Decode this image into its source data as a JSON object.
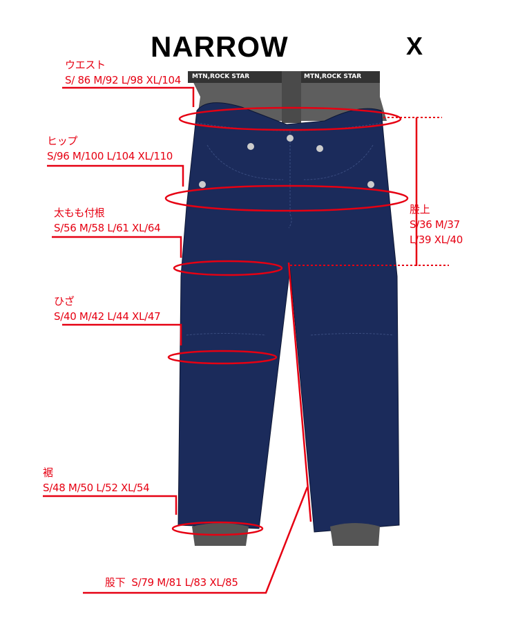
{
  "logo": {
    "brand": "NARROW",
    "sub_brand": "X",
    "waistband_text": "MTN,ROCK STAR"
  },
  "measurements": [
    {
      "name": "ウエスト",
      "sizes": "S/ 86 M/92 L/98 XL/104"
    },
    {
      "name": "ヒップ",
      "sizes": "S/96 M/100 L/104 XL/110"
    },
    {
      "name": "太もも付根",
      "sizes": "S/56  M/58  L/61  XL/64"
    },
    {
      "name": "ひざ",
      "sizes": "S/40  M/42  L/44 XL/47"
    },
    {
      "name": "裾",
      "sizes": "S/48  M/50  L/52  XL/54"
    },
    {
      "name": "股上",
      "sizes_line1": "S/36 M/37",
      "sizes_line2": "L/39 XL/40"
    },
    {
      "name": "股下",
      "sizes": "S/79  M/81  L/83  XL/85"
    }
  ],
  "colors": {
    "annotation": "#e60012",
    "denim": "#1b2b5b",
    "waistband": "#5e5e5e"
  }
}
